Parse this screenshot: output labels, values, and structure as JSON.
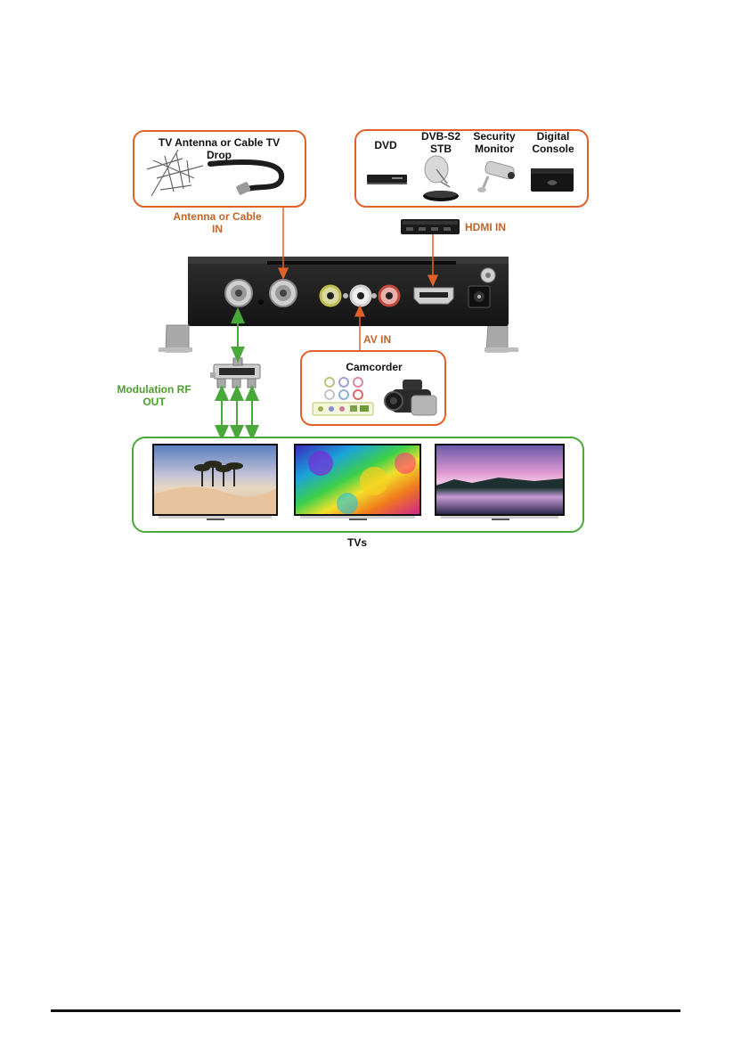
{
  "labels": {
    "antenna_box_line1": "TV Antenna or Cable TV",
    "antenna_box_line2": "Drop",
    "antenna_in_line1": "Antenna or Cable",
    "antenna_in_line2": "IN",
    "dvd": "DVD",
    "stb_line1": "DVB-S2",
    "stb_line2": "STB",
    "security_line1": "Security",
    "security_line2": "Monitor",
    "console_line1": "Digital",
    "console_line2": "Console",
    "hdmi_in": "HDMI IN",
    "av_in": "AV IN",
    "camcorder": "Camcorder",
    "mod_rf_line1": "Modulation RF",
    "mod_rf_line2": "OUT",
    "tvs": "TVs"
  },
  "colors": {
    "input_orange": "#e0622a",
    "input_label": "#c0652a",
    "output_green": "#4aa83a",
    "output_label": "#4f9e2f",
    "device_body": "#1e1e1e"
  }
}
